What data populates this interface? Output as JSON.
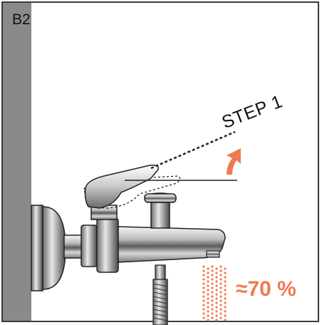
{
  "figure": {
    "code": "B2",
    "step_label": "STEP 1",
    "flow_label": "≈70 %"
  },
  "colors": {
    "accent": "#f07a50",
    "wall": "#8a8a8a",
    "outline": "#222222"
  }
}
